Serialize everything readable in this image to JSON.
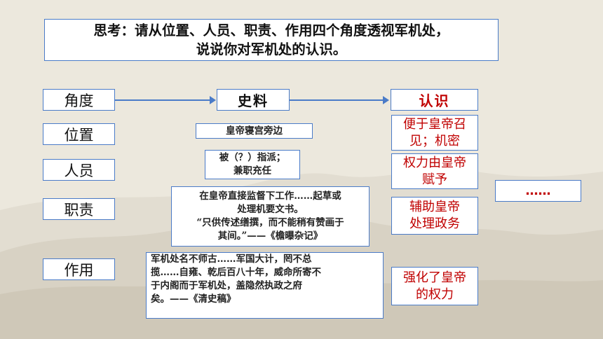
{
  "title": {
    "line1": "思考：请从位置、人员、职责、作用四个角度透视军机处，",
    "line2": "说说你对军机处的认识。"
  },
  "headers": {
    "angle": "角度",
    "source": "史料",
    "view": "认识"
  },
  "rows": [
    {
      "angle": "位置",
      "source": [
        "皇帝寝宫旁边"
      ],
      "view": [
        "便于皇帝召",
        "见；机密"
      ]
    },
    {
      "angle": "人员",
      "source": [
        "被（？）指派；",
        "兼职充任"
      ],
      "view": [
        "权力由皇帝",
        "赋予"
      ]
    },
    {
      "angle": "职责",
      "source": [
        "在皇帝直接监督下工作……起草或",
        "处理机要文书。",
        "“只供传述缮撰，而不能稍有赞画于",
        "其间。”——《檐曝杂记》"
      ],
      "view": [
        "辅助皇帝",
        "处理政务"
      ]
    },
    {
      "angle": "作用",
      "source": [
        "军机处名不师古……军国大计，罔不总",
        "揽……自雍、乾后百八十年，威命所寄不",
        "于内阁而于军机处，盖隐然执政之府",
        "矣。——《清史稿》"
      ],
      "view": [
        "强化了皇帝",
        "的权力"
      ]
    }
  ],
  "extra": "……",
  "colors": {
    "border": "#4a7bc8",
    "red_text": "#c00000"
  }
}
